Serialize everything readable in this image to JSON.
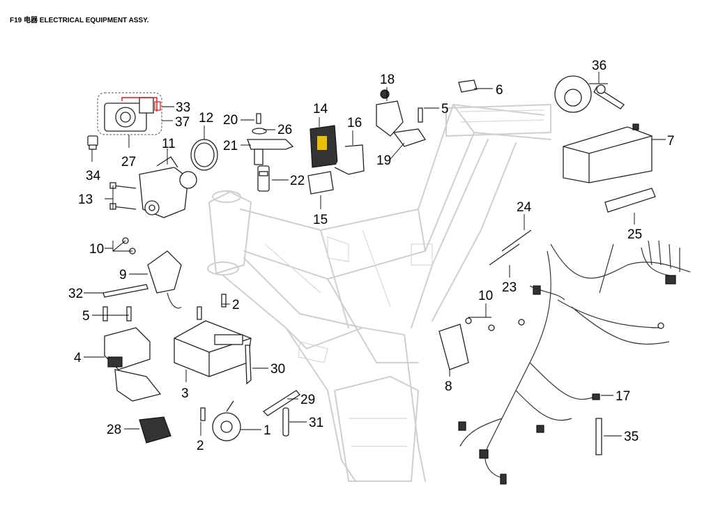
{
  "title": "F19 电器 ELECTRICAL EQUIPMENT ASSY.",
  "callouts": {
    "c1": "1",
    "c2a": "2",
    "c2b": "2",
    "c3": "3",
    "c4": "4",
    "c5a": "5",
    "c5b": "5",
    "c6": "6",
    "c7": "7",
    "c8": "8",
    "c9": "9",
    "c10a": "10",
    "c10b": "10",
    "c11": "11",
    "c12": "12",
    "c13": "13",
    "c14": "14",
    "c15": "15",
    "c16": "16",
    "c17": "17",
    "c18": "18",
    "c19": "19",
    "c20": "20",
    "c21": "21",
    "c22": "22",
    "c23": "23",
    "c24": "24",
    "c25": "25",
    "c26": "26",
    "c27": "27",
    "c28": "28",
    "c29": "29",
    "c30": "30",
    "c31": "31",
    "c32": "32",
    "c33": "33",
    "c34": "34",
    "c35": "35",
    "c36": "36",
    "c37": "37"
  }
}
